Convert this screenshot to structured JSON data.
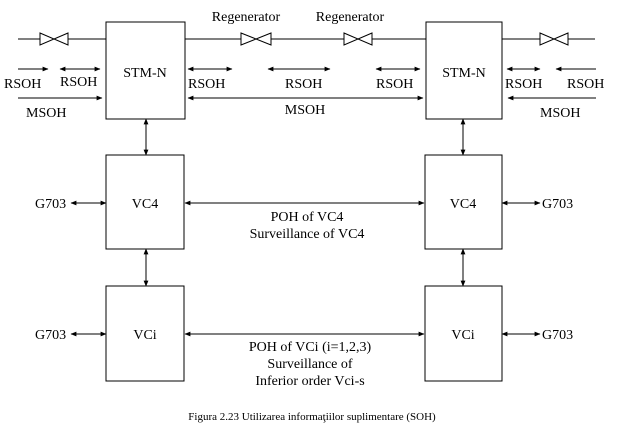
{
  "boxes": {
    "stm_left": "STM-N",
    "stm_right": "STM-N",
    "vc4_left": "VC4",
    "vc4_right": "VC4",
    "vci_left": "VCi",
    "vci_right": "VCi"
  },
  "regenerators": [
    "Regenerator",
    "Regenerator"
  ],
  "overheads": {
    "rsoh_far_left": "RSOH",
    "rsoh_left": "RSOH",
    "msoh_left": "MSOH",
    "rsoh_mid_1": "RSOH",
    "rsoh_mid_2": "RSOH",
    "rsoh_mid_3": "RSOH",
    "msoh_mid": "MSOH",
    "rsoh_right": "RSOH",
    "rsoh_far_right": "RSOH",
    "msoh_right": "MSOH"
  },
  "interfaces": {
    "g703_vc4_left": "G703",
    "g703_vc4_right": "G703",
    "g703_vci_left": "G703",
    "g703_vci_right": "G703"
  },
  "vc4_link": {
    "line1": "POH of VC4",
    "line2": "Surveillance of VC4"
  },
  "vci_link": {
    "line1": "POH of VCi (i=1,2,3)",
    "line2": "Surveillance of",
    "line3": "Inferior order Vci-s"
  },
  "caption": "Figura 2.23 Utilizarea informaţiilor suplimentare (SOH)"
}
